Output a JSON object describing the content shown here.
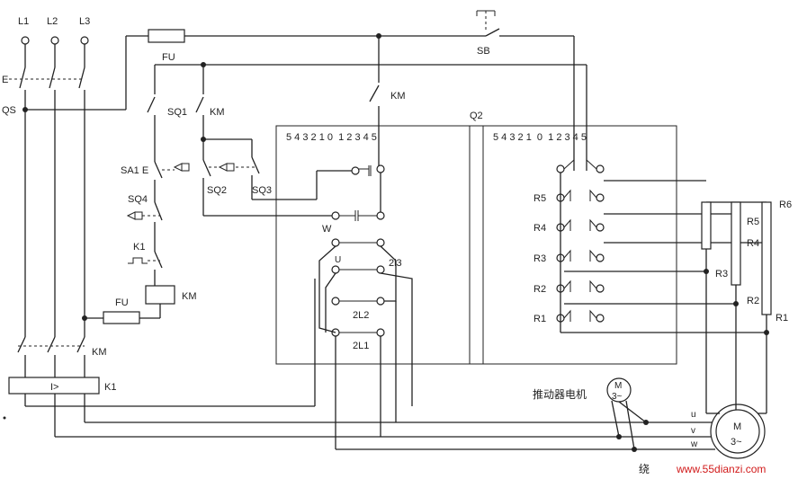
{
  "diagram": {
    "supply_labels": [
      "L1",
      "L2",
      "L3"
    ],
    "labels": {
      "E": "E",
      "QS": "QS",
      "FU_top": "FU",
      "FU_coil": "FU",
      "SB": "SB",
      "KM_main": "KM",
      "KM_aux": "KM",
      "KM_coil": "KM",
      "KM_motor": "KM",
      "SQ1": "SQ1",
      "SQ2": "SQ2",
      "SQ3": "SQ3",
      "SQ4": "SQ4",
      "SA1": "SA1 E",
      "K1_contact": "K1",
      "K1_relay": "K1",
      "overcurrent": "I>",
      "Q2": "Q2",
      "W": "W",
      "U_small": "U",
      "L3_2": "2l3",
      "L2_2": "2L2",
      "L1_2": "2L1",
      "R1": "R1",
      "R2": "R2",
      "R3": "R3",
      "R4": "R4",
      "R5": "R5",
      "R6": "R6",
      "Rr1": "R1",
      "Rr2": "R2",
      "Rr3": "R3",
      "Rr4": "R4",
      "Rr5": "R5",
      "actuator_motor": "推动器电机",
      "M": "M",
      "M3": "3~",
      "motor_u": "u",
      "motor_v": "v",
      "motor_w": "w"
    },
    "q2_left_positions": "5 4 3 2 1 0  1 2 3 4 5",
    "q2_right_positions": "5 4 3 2 1  0  1 2 3 4 5",
    "watermark_left": "绕",
    "watermark": "www.55dianzi.com"
  }
}
